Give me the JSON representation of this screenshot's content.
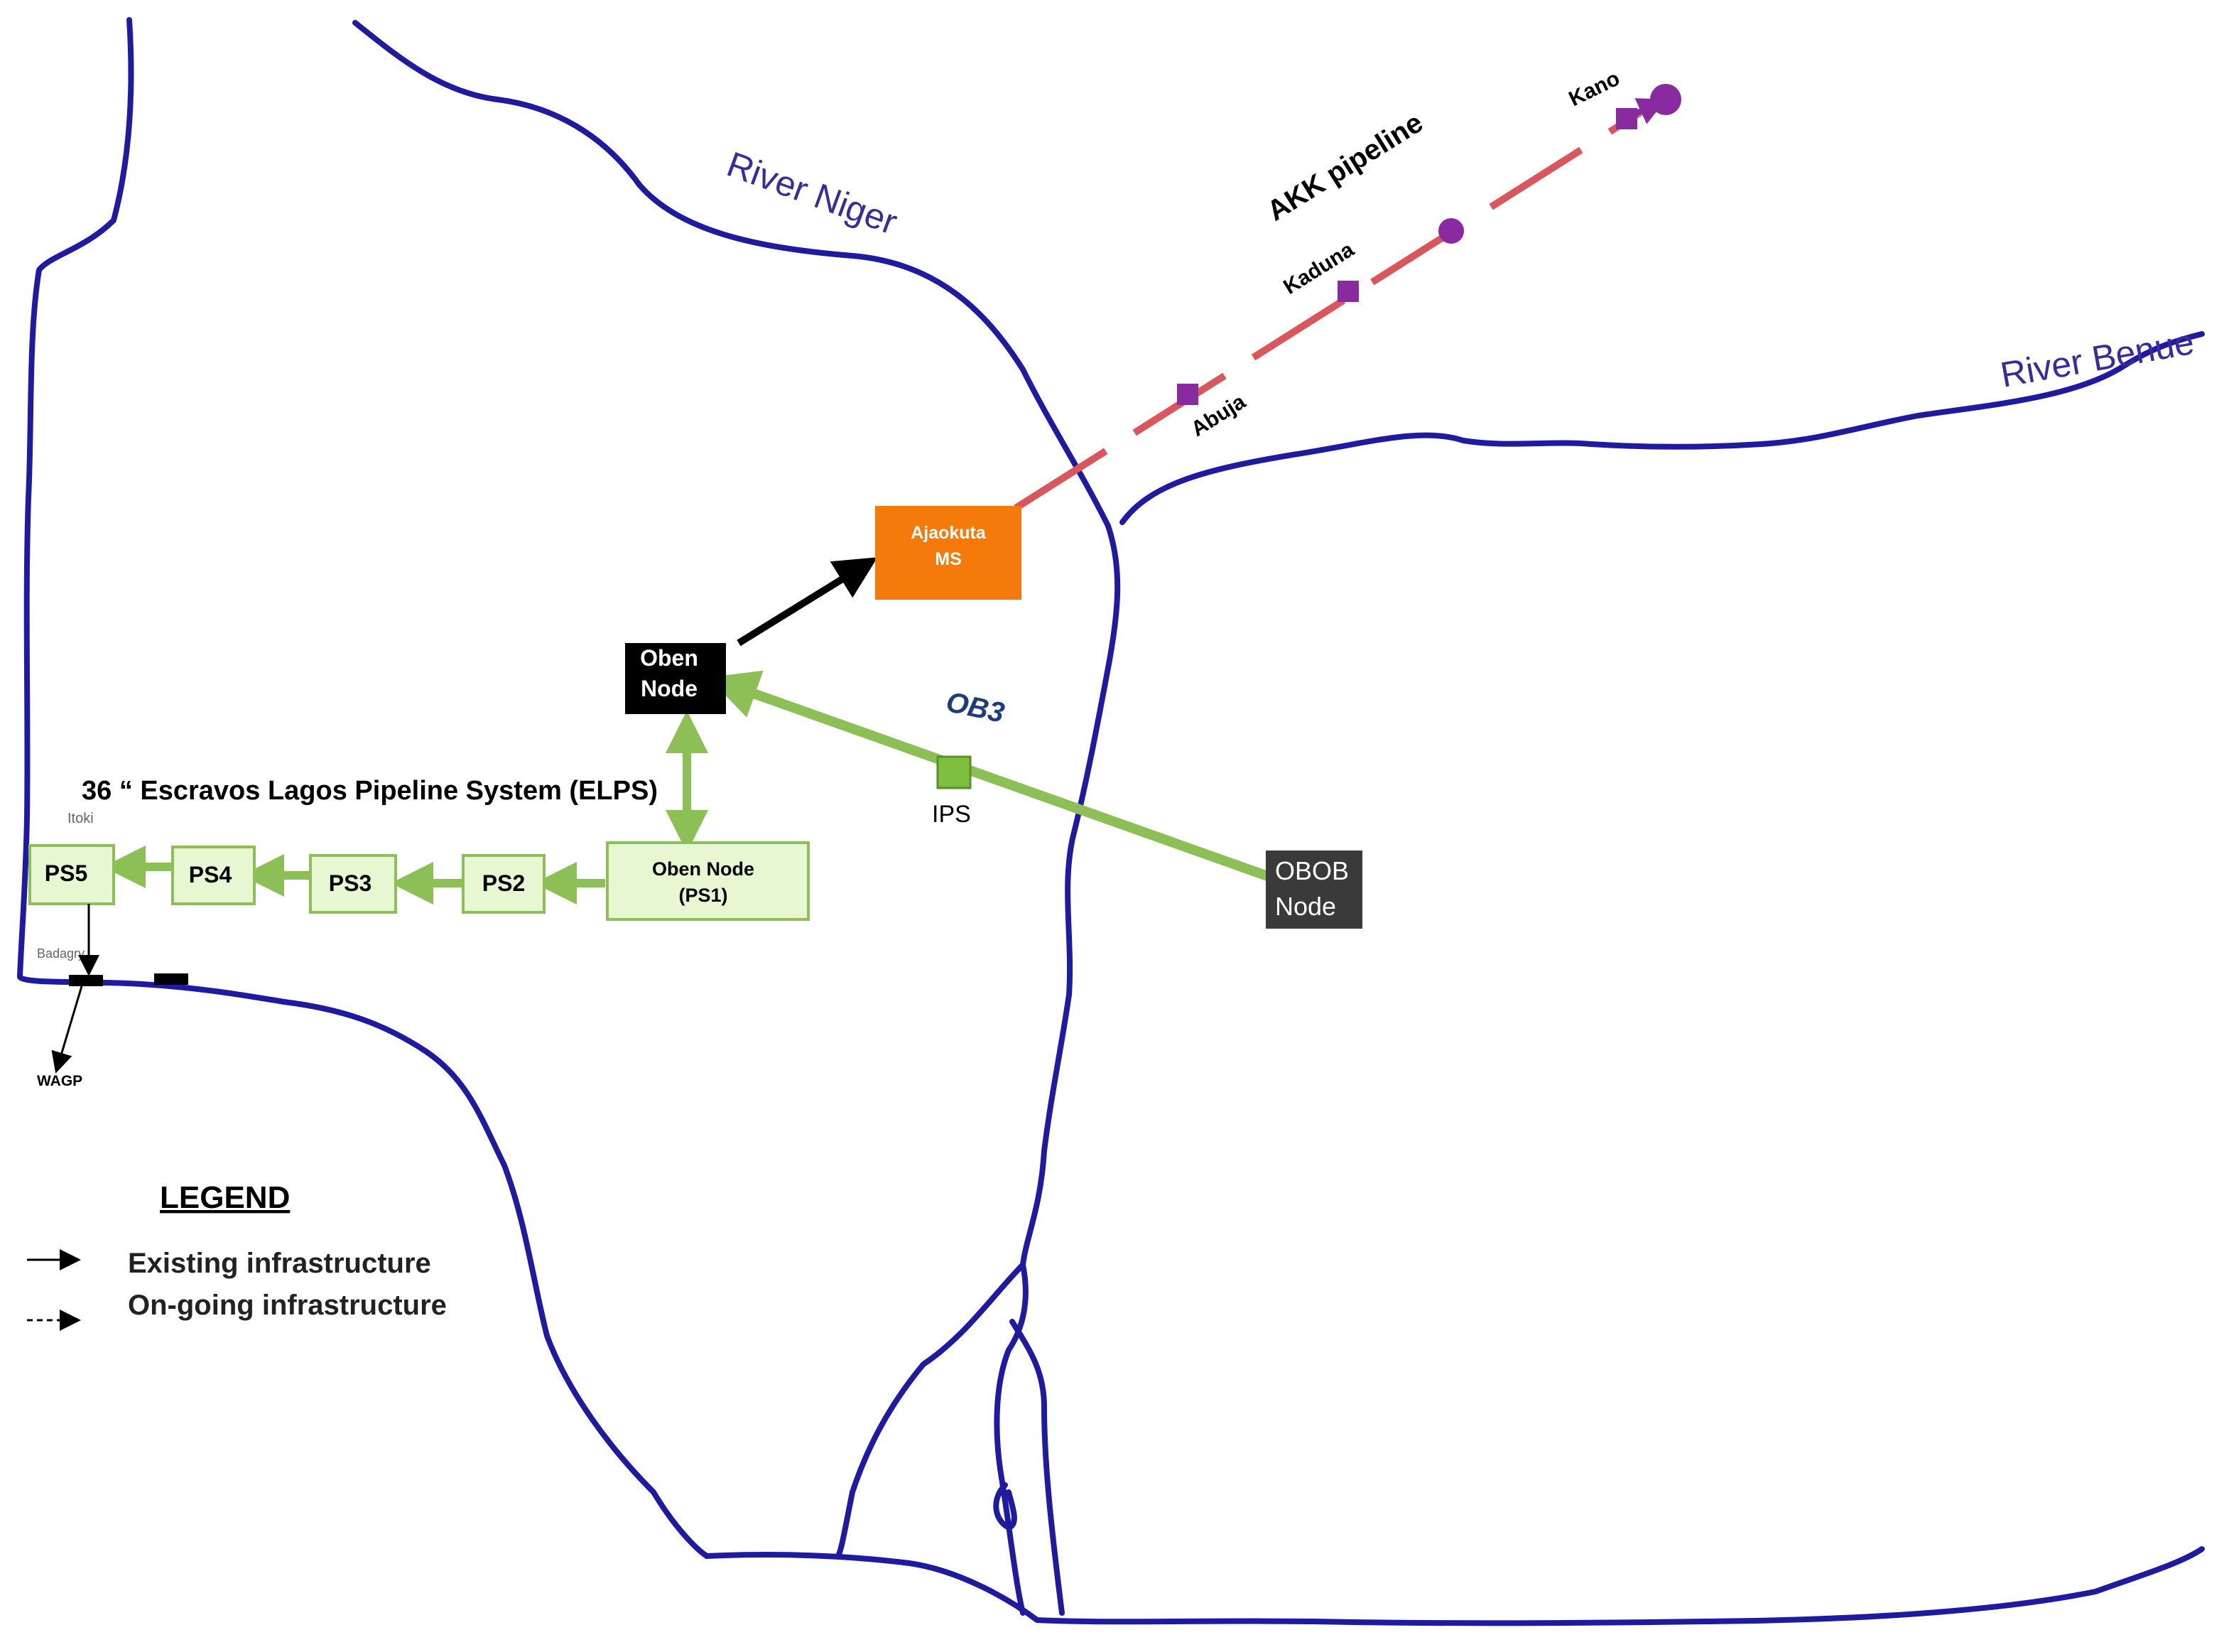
{
  "colors": {
    "river": "#1f1ba0",
    "pipeline_green": "#8cbf55",
    "box_green_fill": "#e6f7d2",
    "box_green_stroke": "#8cbf55",
    "oben_node_fill": "#000000",
    "obob_node_fill": "#3a3a3a",
    "ajaokuta_fill": "#f47a0c",
    "akk_dash": "#d9575a",
    "akk_marker": "#8a2aa0",
    "ob3_label": "#1f3d7a"
  },
  "rivers": {
    "niger": "River Niger",
    "benue": "River Benue"
  },
  "akk": {
    "title": "AKK pipeline",
    "stations": [
      "Abuja",
      "Kaduna",
      "Kano"
    ]
  },
  "nodes": {
    "ajaokuta": [
      "Ajaokuta",
      "MS"
    ],
    "oben": [
      "Oben",
      "Node"
    ],
    "obob": [
      "OBOB",
      "Node"
    ],
    "oben_ps1": [
      "Oben Node",
      "(PS1)"
    ],
    "ps2": "PS2",
    "ps3": "PS3",
    "ps4": "PS4",
    "ps5": "PS5"
  },
  "labels": {
    "ob3": "OB3",
    "ips": "IPS",
    "elps": "36 “ Escravos  Lagos Pipeline System (ELPS)",
    "itoki": "Itoki",
    "badagry": "Badagry",
    "wagp": "WAGP"
  },
  "legend": {
    "title": "LEGEND",
    "items": [
      "Existing infrastructure",
      "On-going infrastructure"
    ]
  }
}
